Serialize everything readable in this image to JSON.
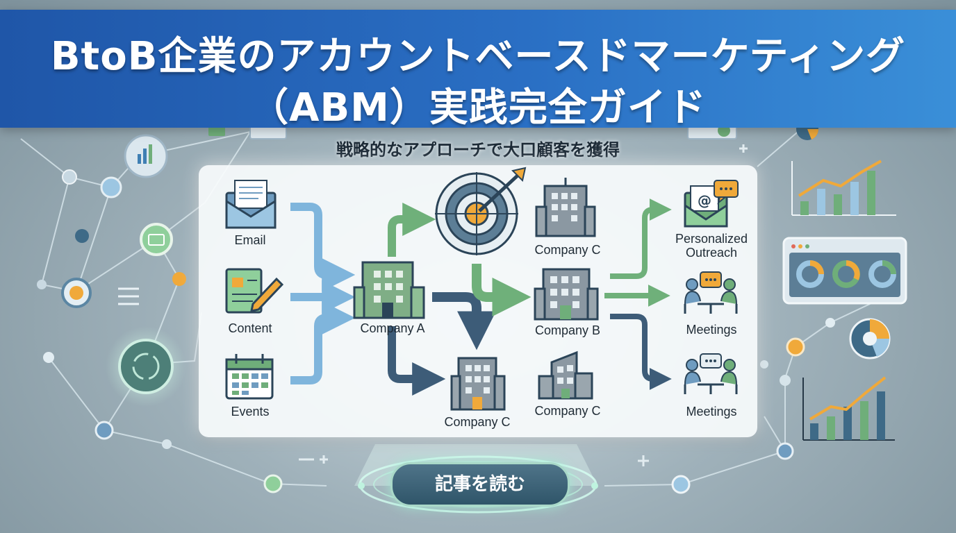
{
  "banner": {
    "title_line1": "BtoB企業のアカウントベースドマーケティング",
    "title_line2": "（ABM）実践完全ガイド"
  },
  "subtitle": "戦略的なアプローチで大口顧客を獲得",
  "sources": [
    {
      "label": "Email",
      "icon": "envelope-icon"
    },
    {
      "label": "Content",
      "icon": "document-icon"
    },
    {
      "label": "Events",
      "icon": "calendar-icon"
    }
  ],
  "companies": {
    "a": "Company A",
    "c_top": "Company C",
    "b": "Company B",
    "c_bottom": "Company C",
    "c_lower": "Company C"
  },
  "outcomes": [
    {
      "label_line1": "Personalized",
      "label_line2": "Outreach",
      "icon": "email-chat-icon"
    },
    {
      "label_line1": "Meetings",
      "label_line2": "",
      "icon": "meeting-icon"
    },
    {
      "label_line1": "Meetings",
      "label_line2": "",
      "icon": "meeting-icon"
    }
  ],
  "cta": {
    "label": "記事を読む"
  },
  "colors": {
    "banner": "#2a6fc4",
    "arrow_blue": "#7fb5dc",
    "arrow_green": "#6fb07a",
    "arrow_navy": "#3d5c78",
    "building_green": "#7fae86",
    "building_gray": "#8b98a2",
    "accent_orange": "#f0a93a"
  }
}
